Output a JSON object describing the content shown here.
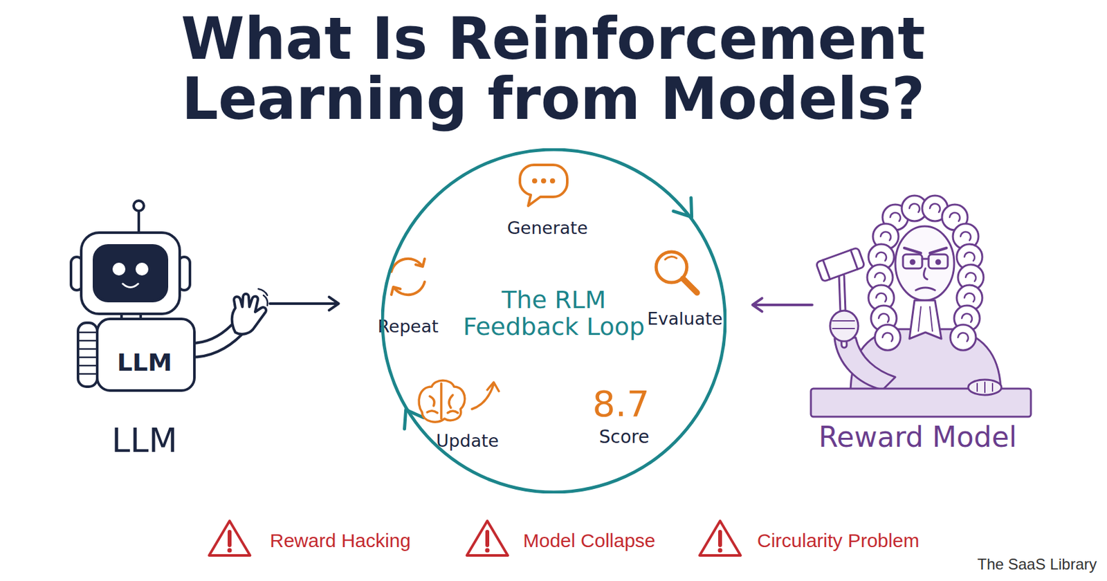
{
  "diagram": {
    "title": "What Is Reinforcement Learning from Models?",
    "nodes": [
      {
        "text": [
          "LLM",
          "LLM"
        ]
      },
      {
        "text": [
          "The RLM Feedback Loop"
        ]
      },
      {
        "text": [
          "Reward Model"
        ]
      }
    ],
    "edges": [
      {
        "from": 0,
        "to": 1,
        "arrow": "to"
      },
      {
        "from": 2,
        "to": 1,
        "arrow": "to"
      }
    ],
    "labels": [
      "Generate",
      "Repeat",
      "Evaluate",
      "Update",
      "8.7",
      "Score",
      "Reward Hacking",
      "Model Collapse",
      "Circularity Problem",
      "The SaaS Library"
    ]
  }
}
